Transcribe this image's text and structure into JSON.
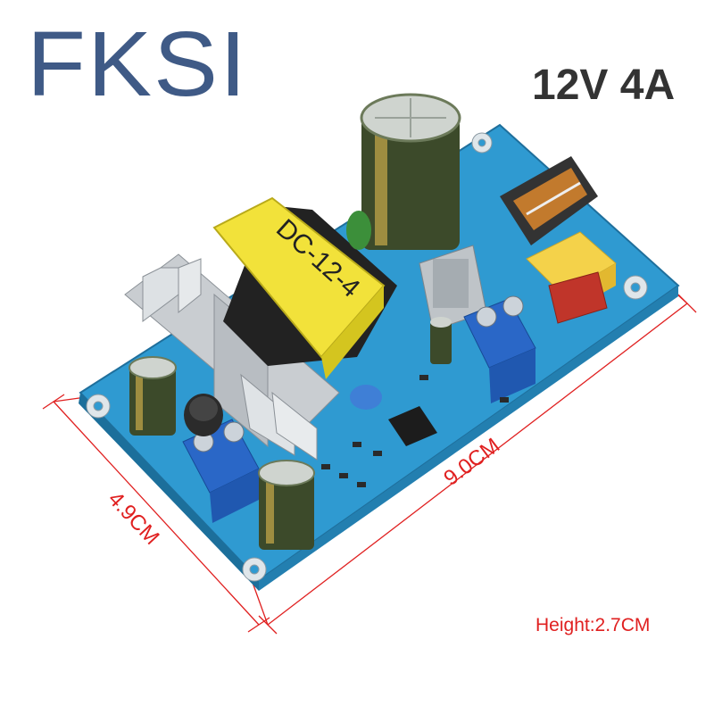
{
  "brand": {
    "logo_text": "FKSI"
  },
  "spec": {
    "rating": "12V 4A"
  },
  "dimensions": {
    "length": "9.0CM",
    "width": "4.9CM",
    "height": "Height:2.7CM"
  },
  "board": {
    "transformer_label": "DC-12-4"
  },
  "colors": {
    "brand": "#3f5a86",
    "dimension": "#e02020",
    "pcb": "#2f9ad1",
    "transformer": "#f2e23a",
    "capacitor": "#3c4a2a",
    "terminal": "#2a67c7"
  }
}
